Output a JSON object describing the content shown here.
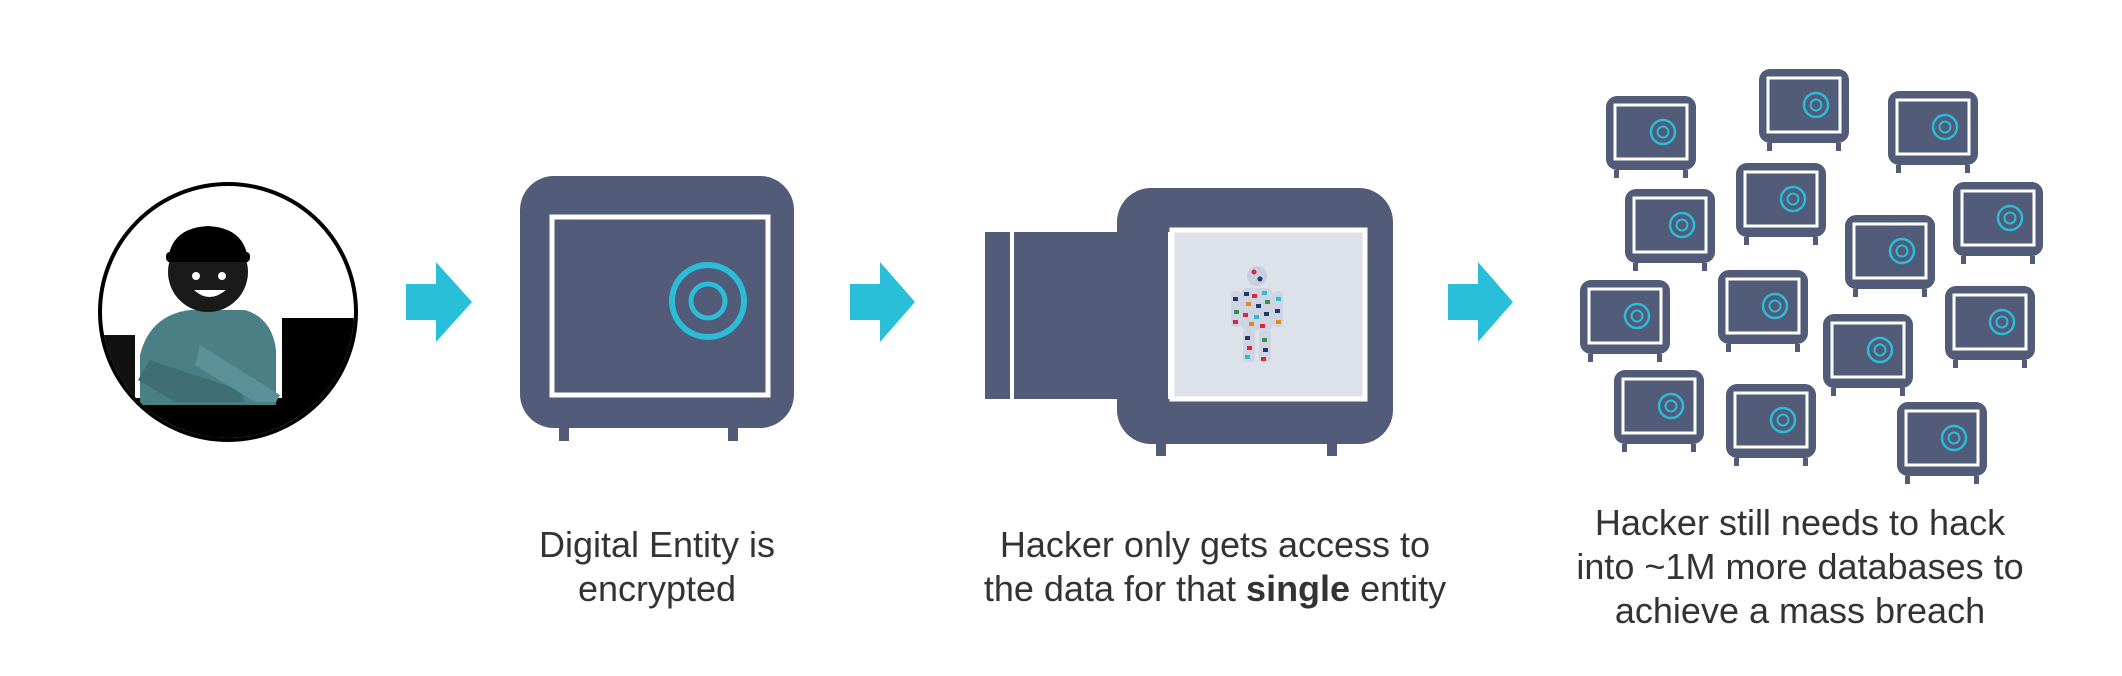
{
  "colors": {
    "safe_body": "#525b78",
    "accent_cyan": "#2bbcd8",
    "arrow_cyan": "#29bfd9",
    "drawer_interior": "#dde1ea",
    "caption_text": "#333333",
    "hacker_figure": "#4a7f86"
  },
  "icons": {
    "hacker": "hacker-at-laptop-icon",
    "arrow": "right-arrow-icon",
    "safe": "vault-safe-icon",
    "open_safe": "open-drawer-safe-icon",
    "person": "data-person-icon",
    "safe_grid": "many-vaults-icon"
  },
  "captions": {
    "step1": {
      "line1": "Digital Entity is",
      "line2": "encrypted"
    },
    "step2": {
      "line1": "Hacker only gets access to",
      "line2_before": "the data for that ",
      "line2_bold": "single",
      "line2_after": " entity"
    },
    "step3": {
      "line1": "Hacker still needs to hack",
      "line2": "into ~1M more databases to",
      "line3": "achieve a mass breach"
    }
  }
}
